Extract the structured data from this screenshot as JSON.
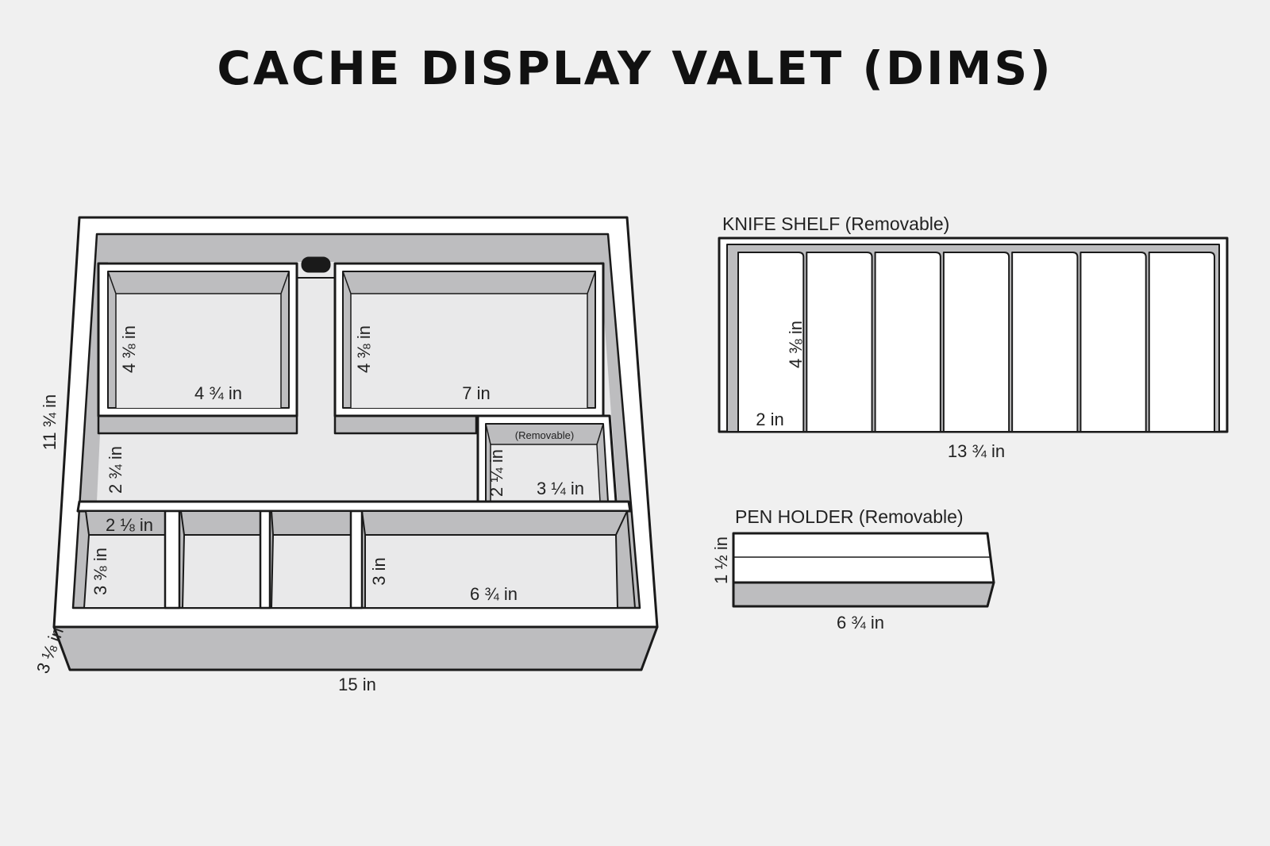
{
  "title": "CACHE DISPLAY VALET (DIMS)",
  "colors": {
    "background": "#f0f0f0",
    "stroke": "#1a1a1a",
    "wall": "#ffffff",
    "floor": "#e9e9ea",
    "shade": "#bdbdbf"
  },
  "valet": {
    "width": "15 in",
    "depth": "11 ¾ in",
    "height": "3 ⅛ in",
    "back_left_w": "4 ¾ in",
    "back_left_d": "4 ⅜ in",
    "back_right_w": "7 in",
    "back_right_d": "4 ⅜ in",
    "middle_d": "2 ¾ in",
    "removable_tag": "(Removable)",
    "small_tray_w": "3 ¼ in",
    "small_tray_d": "2 ¼ in",
    "front_small_w": "2 ⅛ in",
    "front_small_d": "3 ⅜ in",
    "front_big_w": "6 ¾ in",
    "front_big_d": "3 in"
  },
  "knife_shelf": {
    "label": "KNIFE SHELF (Removable)",
    "width": "13 ¾ in",
    "slot_width": "2 in",
    "depth": "4 ⅜ in",
    "slot_count": 7
  },
  "pen_holder": {
    "label": "PEN HOLDER (Removable)",
    "width": "6 ¾ in",
    "height": "1 ½ in"
  }
}
